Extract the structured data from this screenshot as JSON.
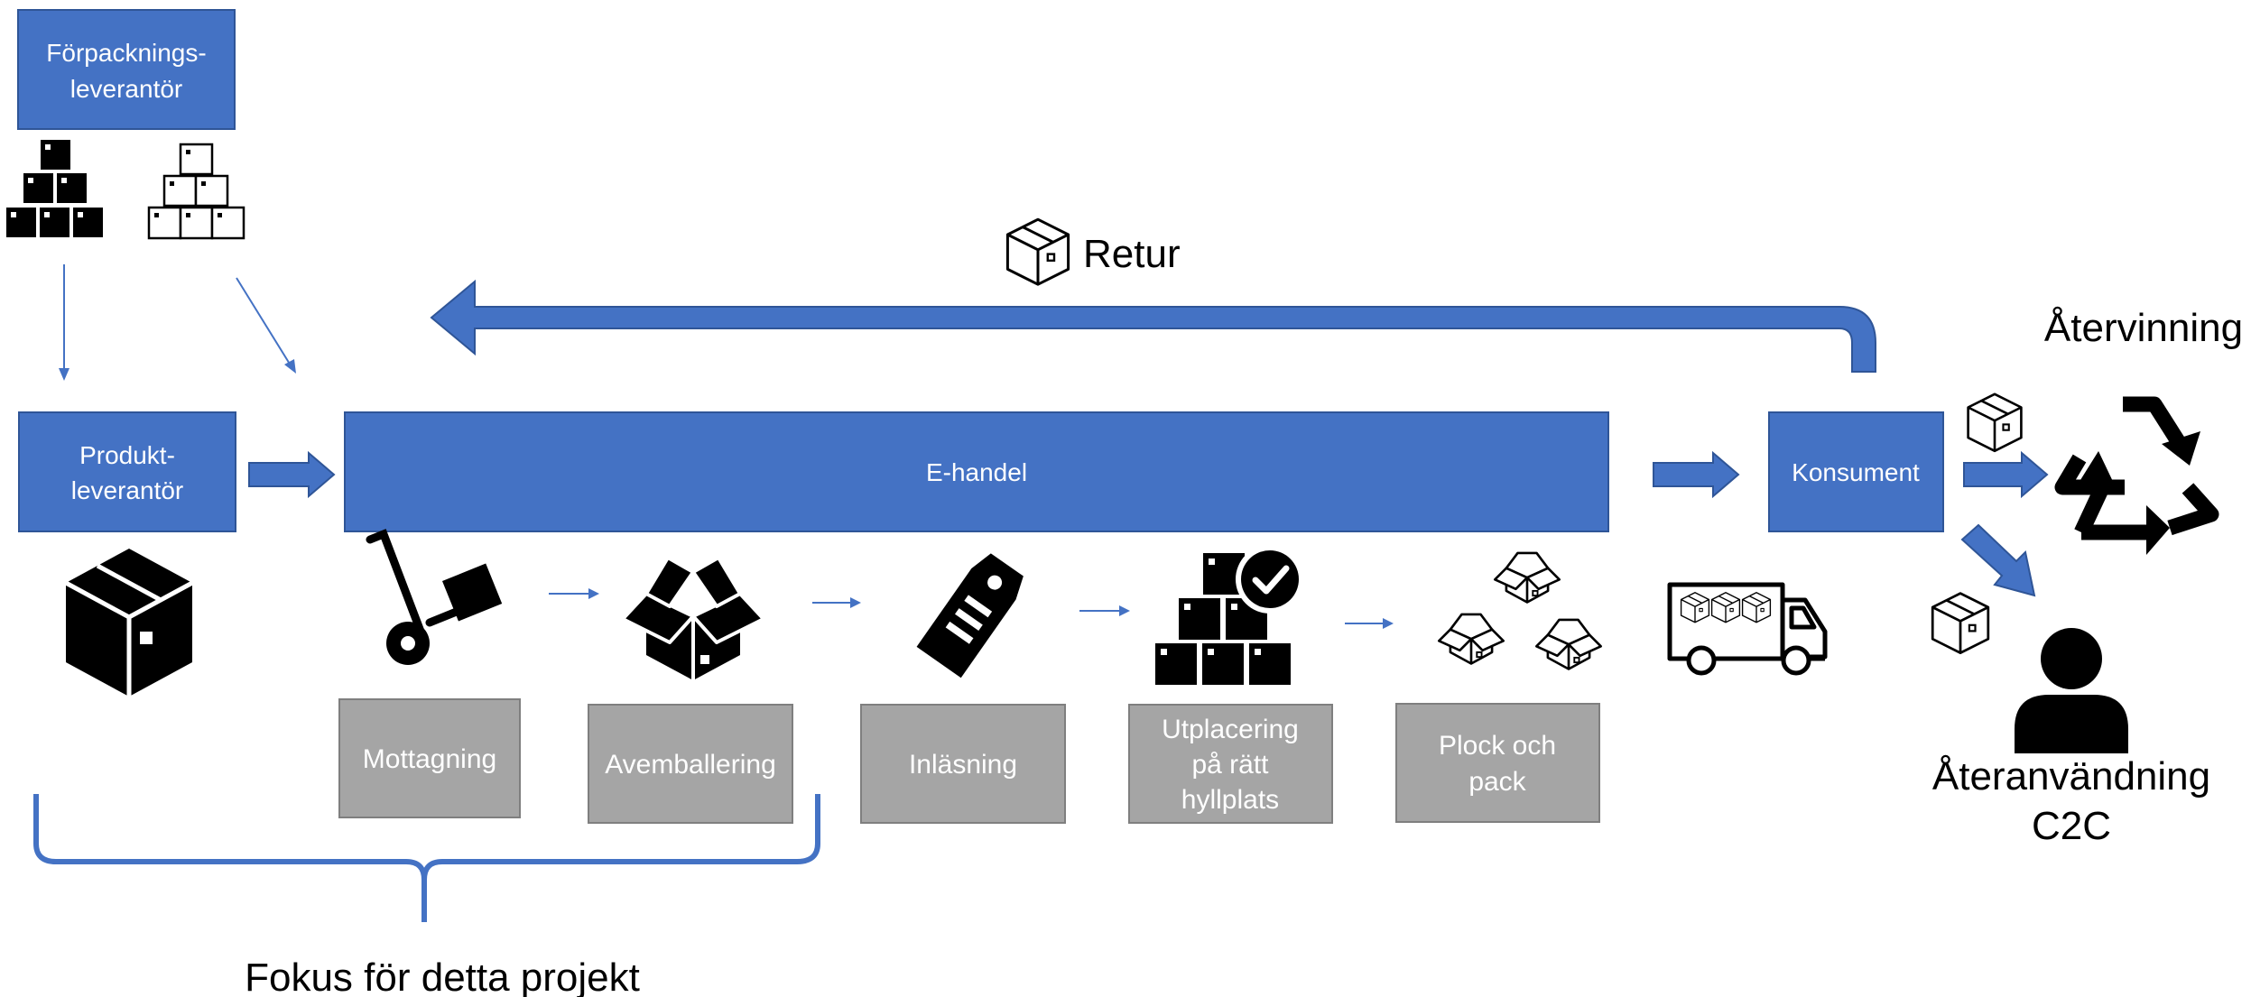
{
  "colors": {
    "blue": "#4472C4",
    "grey": "#A5A5A5",
    "icon": "#000000",
    "text_on_box": "#ffffff"
  },
  "boxes": {
    "packaging_supplier": [
      "Förpacknings-",
      "leverantör"
    ],
    "product_supplier": [
      "Produkt-",
      "leverantör"
    ],
    "ecommerce": "E-handel",
    "consumer": "Konsument"
  },
  "steps": [
    {
      "lines": [
        "Mottagning"
      ],
      "icon": "hand-truck-icon"
    },
    {
      "lines": [
        "Avemballering"
      ],
      "icon": "open-box-icon"
    },
    {
      "lines": [
        "Inläsning"
      ],
      "icon": "price-tag-icon"
    },
    {
      "lines": [
        "Utplacering",
        "på rätt",
        "hyllplats"
      ],
      "icon": "stacked-boxes-check-icon"
    },
    {
      "lines": [
        "Plock och",
        "pack"
      ],
      "icon": "multiple-open-boxes-icon"
    }
  ],
  "labels": {
    "return": "Retur",
    "recycling": "Återvinning",
    "reuse": [
      "Återanvändning",
      "C2C"
    ],
    "focus": "Fokus för detta projekt"
  },
  "icons": [
    "box-pyramid-filled-icon",
    "box-pyramid-outline-icon",
    "product-box-icon",
    "delivery-truck-icon",
    "recycle-icon",
    "person-icon",
    "small-box-icon"
  ]
}
